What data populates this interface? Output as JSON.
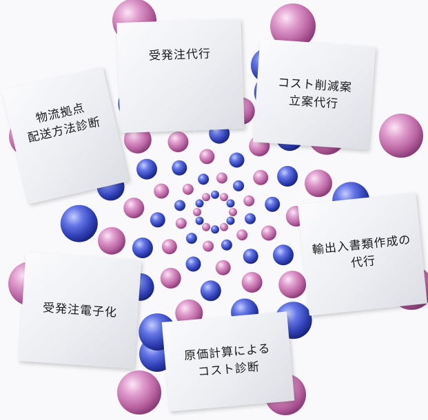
{
  "colors": {
    "pink_sphere": "#c779b4",
    "blue_sphere": "#3a4fc4",
    "card_paper": "#eceef2",
    "background": "#f9f9fb"
  },
  "cards": {
    "top": {
      "line1": "受発注代行"
    },
    "top_right": {
      "line1": "コスト削減案",
      "line2": "立案代行"
    },
    "left_top": {
      "line1": "物流拠点",
      "line2": "配送方法診断"
    },
    "right": {
      "line1": "輸出入書類作成の",
      "line2": "代行"
    },
    "left_bottom": {
      "line1": "受発注電子化"
    },
    "bottom": {
      "line1": "原価計算による",
      "line2": "コスト診断"
    }
  }
}
